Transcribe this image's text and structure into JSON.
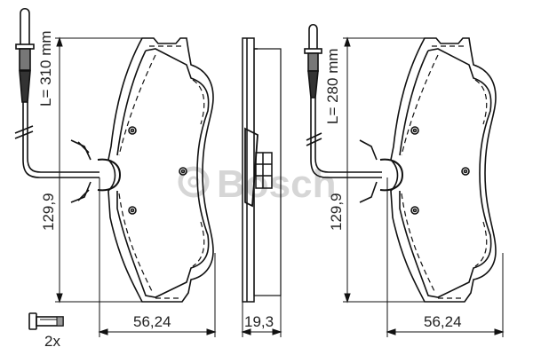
{
  "drawing": {
    "subject": "Brake pad set technical drawing",
    "watermark": "Bosch",
    "left_pad": {
      "sensor_cable_length": "L= 310 mm",
      "height": "129,9",
      "width": "56,24"
    },
    "side_view": {
      "thickness": "19,3"
    },
    "right_pad": {
      "sensor_cable_length": "L= 280 mm",
      "height": "129,9",
      "width": "56,24"
    },
    "accessory": {
      "icon": "bolt-icon",
      "quantity": "2x"
    },
    "colors": {
      "line": "#111111",
      "watermark": "#d6d6d6",
      "background": "#ffffff"
    }
  }
}
